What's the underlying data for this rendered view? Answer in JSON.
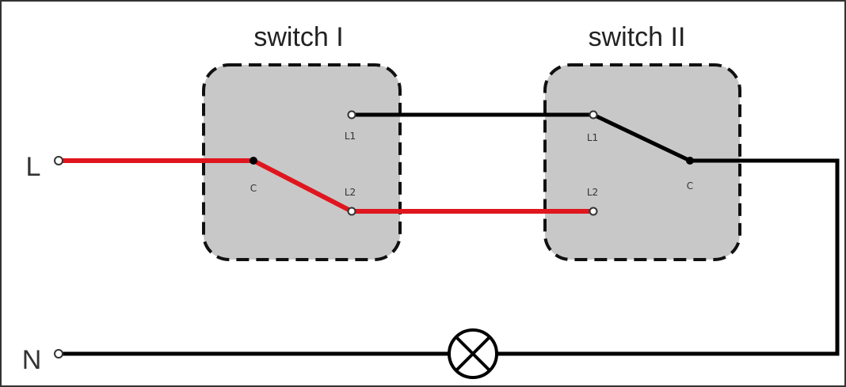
{
  "switches": [
    {
      "title": "switch I",
      "pins": {
        "l1": "L1",
        "l2": "L2",
        "c": "C"
      }
    },
    {
      "title": "switch II",
      "pins": {
        "l1": "L1",
        "l2": "L2",
        "c": "C"
      }
    }
  ],
  "terminals": {
    "line": "L",
    "neutral": "N"
  },
  "colors": {
    "live": "#e0161e",
    "wire": "#000000",
    "box": "#c8c8c8"
  }
}
